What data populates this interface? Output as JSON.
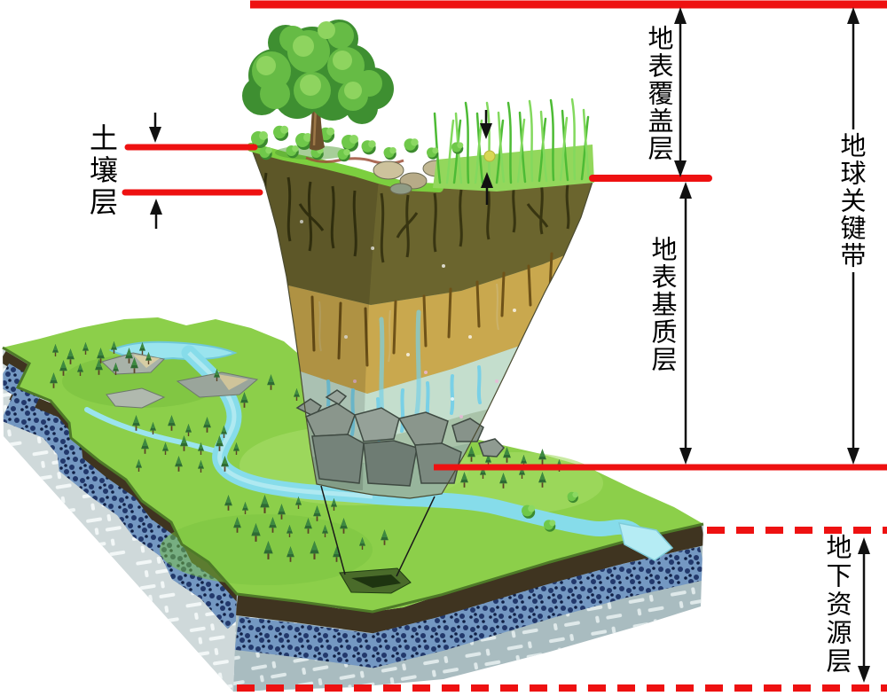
{
  "labels": {
    "soil_layer": "土壤层",
    "surface_cover_layer": "地表覆盖层",
    "surface_matrix_layer": "地表基质层",
    "earth_critical_zone": "地球关键带",
    "underground_resource_layer": "地下资源层"
  },
  "colors": {
    "annotation_red": "#ee1111",
    "arrow_black": "#111111",
    "surface_green": "#8ccf4a",
    "river_blue": "#86dcea",
    "aquifer_blue": "#7498c2",
    "bedrock_gray_left": "#cfd9da",
    "bedrock_gray_front": "#a9bcc0",
    "column_soil_brown": "#6b652e",
    "column_sand_tan": "#c9a84e",
    "column_saprolite_teal": "#c4decd",
    "column_rock_gray": "#7b897f"
  }
}
